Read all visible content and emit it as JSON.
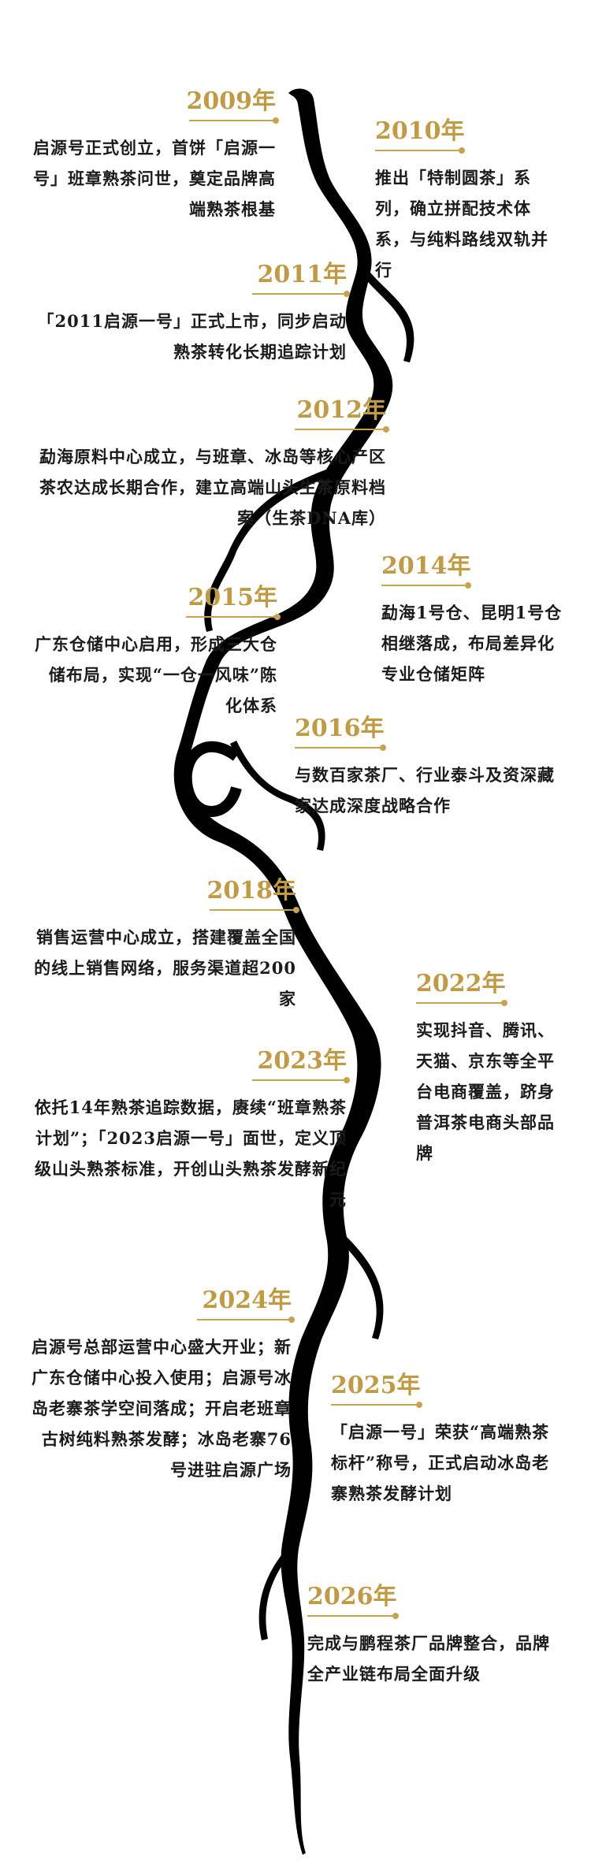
{
  "colors": {
    "accent": "#c09a45",
    "river": "#000000"
  },
  "timeline": [
    {
      "year": "2009年",
      "side": "left",
      "desc": "启源号正式创立，首饼「启源一号」班章熟茶问世，奠定品牌高端熟茶根基"
    },
    {
      "year": "2010年",
      "side": "right",
      "desc": "推出「特制圆茶」系列，确立拼配技术体系，与纯料路线双轨并行"
    },
    {
      "year": "2011年",
      "side": "left",
      "desc": "「2011启源一号」正式上市，同步启动熟茶转化长期追踪计划"
    },
    {
      "year": "2012年",
      "side": "left",
      "desc": "勐海原料中心成立，与班章、冰岛等核心产区茶农达成长期合作，建立高端山头生茶原料档案（生茶DNA库）"
    },
    {
      "year": "2014年",
      "side": "right",
      "desc": "勐海1号仓、昆明1号仓相继落成，布局差异化专业仓储矩阵"
    },
    {
      "year": "2015年",
      "side": "left",
      "desc": "广东仓储中心启用，形成三大仓储布局，实现“一仓一风味”陈化体系"
    },
    {
      "year": "2016年",
      "side": "right",
      "desc": "与数百家茶厂、行业泰斗及资深藏家达成深度战略合作"
    },
    {
      "year": "2018年",
      "side": "left",
      "desc": "销售运营中心成立，搭建覆盖全国的线上销售网络，服务渠道超200家"
    },
    {
      "year": "2022年",
      "side": "right",
      "desc": "实现抖音、腾讯、天猫、京东等全平台电商覆盖，跻身普洱茶电商头部品牌"
    },
    {
      "year": "2023年",
      "side": "left",
      "desc": "依托14年熟茶追踪数据，赓续“班章熟茶计划”；「2023启源一号」面世，定义顶级山头熟茶标准，开创山头熟茶发酵新纪元"
    },
    {
      "year": "2024年",
      "side": "left",
      "desc": "启源号总部运营中心盛大开业；新广东仓储中心投入使用；启源号冰岛老寨茶学空间落成；开启老班章古树纯料熟茶发酵；冰岛老寨76号进驻启源广场"
    },
    {
      "year": "2025年",
      "side": "right",
      "desc": "「启源一号」荣获“高端熟茶标杆”称号，正式启动冰岛老寨熟茶发酵计划"
    },
    {
      "year": "2026年",
      "side": "right",
      "desc": "完成与鹏程茶厂品牌整合，品牌全产业链布局全面升级"
    }
  ]
}
